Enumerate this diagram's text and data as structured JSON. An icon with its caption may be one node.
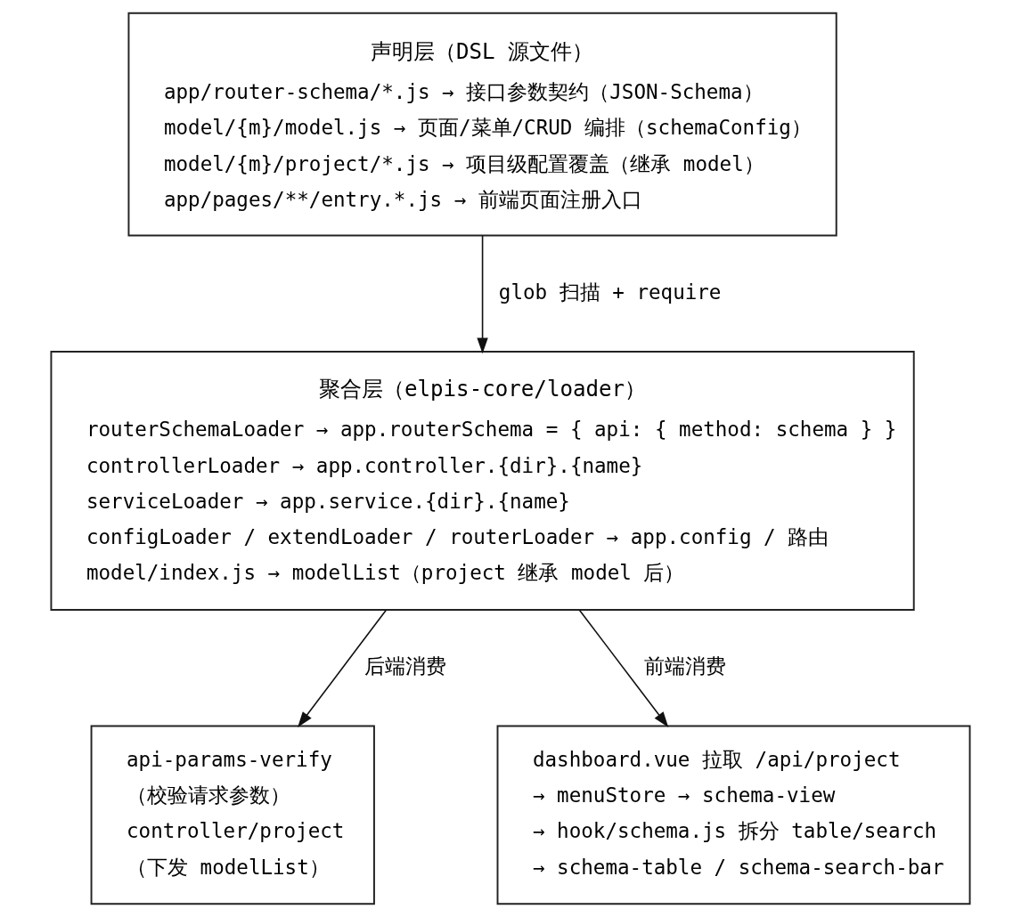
{
  "diagram": {
    "nodes": [
      {
        "text": [
          "声明层（DSL 源文件）",
          "app/router-schema/*.js → 接口参数契约（JSON-Schema）",
          "model/{m}/model.js → 页面/菜单/CRUD 编排（schemaConfig）",
          "model/{m}/project/*.js → 项目级配置覆盖（继承 model）",
          "app/pages/**/entry.*.js → 前端页面注册入口"
        ]
      },
      {
        "text": [
          "聚合层（elpis-core/loader）",
          "routerSchemaLoader → app.routerSchema = { api: { method: schema } }",
          "controllerLoader → app.controller.{dir}.{name}",
          "serviceLoader → app.service.{dir}.{name}",
          "configLoader / extendLoader / routerLoader → app.config / 路由",
          "model/index.js → modelList（project 继承 model 后）"
        ]
      },
      {
        "text": [
          "api-params-verify",
          "（校验请求参数）",
          "controller/project",
          "（下发 modelList）"
        ]
      },
      {
        "text": [
          "dashboard.vue 拉取 /api/project",
          "→ menuStore → schema-view",
          "→ hook/schema.js 拆分 table/search",
          "→ schema-table / schema-search-bar"
        ]
      }
    ],
    "edges": [
      {
        "from": 0,
        "to": 1,
        "arrow": "to",
        "label": "glob 扫描 + require"
      },
      {
        "from": 1,
        "to": 2,
        "arrow": "to",
        "label": "后端消费"
      },
      {
        "from": 1,
        "to": 3,
        "arrow": "to",
        "label": "前端消费"
      }
    ]
  }
}
